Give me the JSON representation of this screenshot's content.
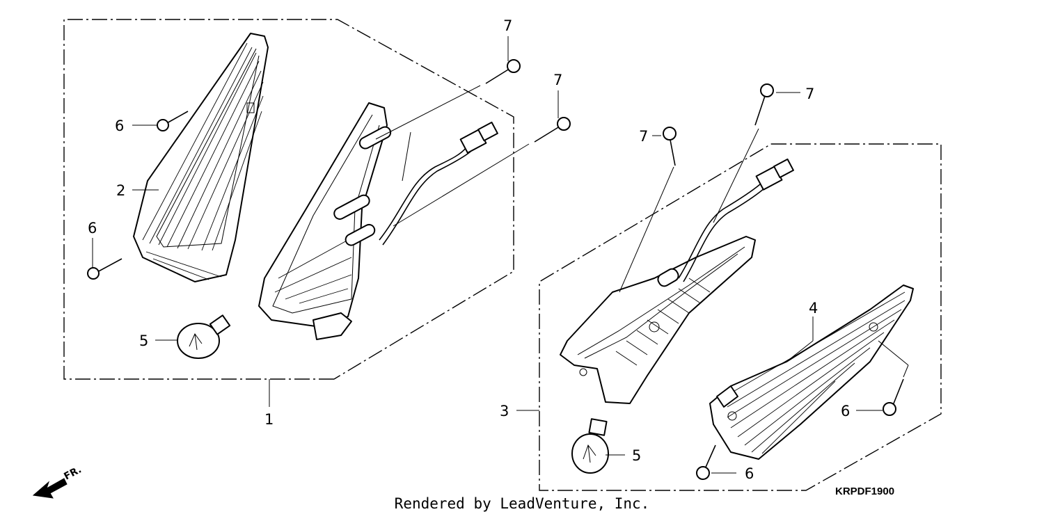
{
  "diagram": {
    "callouts": {
      "left_assembly": "1",
      "left_lens": "2",
      "right_assembly": "3",
      "right_lens": "4",
      "left_bulb": "5",
      "right_bulb": "5",
      "left_screw_upper": "6",
      "left_screw_lower": "6",
      "right_screw_lens": "6",
      "right_screw_bottom": "6",
      "left_screw_top": "7",
      "left_screw_mid": "7",
      "right_screw_top": "7",
      "right_screw_mid": "7"
    },
    "diagram_code": "KRPDF1900",
    "front_label": "FR."
  },
  "footer": {
    "credit": "Rendered by LeadVenture, Inc."
  }
}
